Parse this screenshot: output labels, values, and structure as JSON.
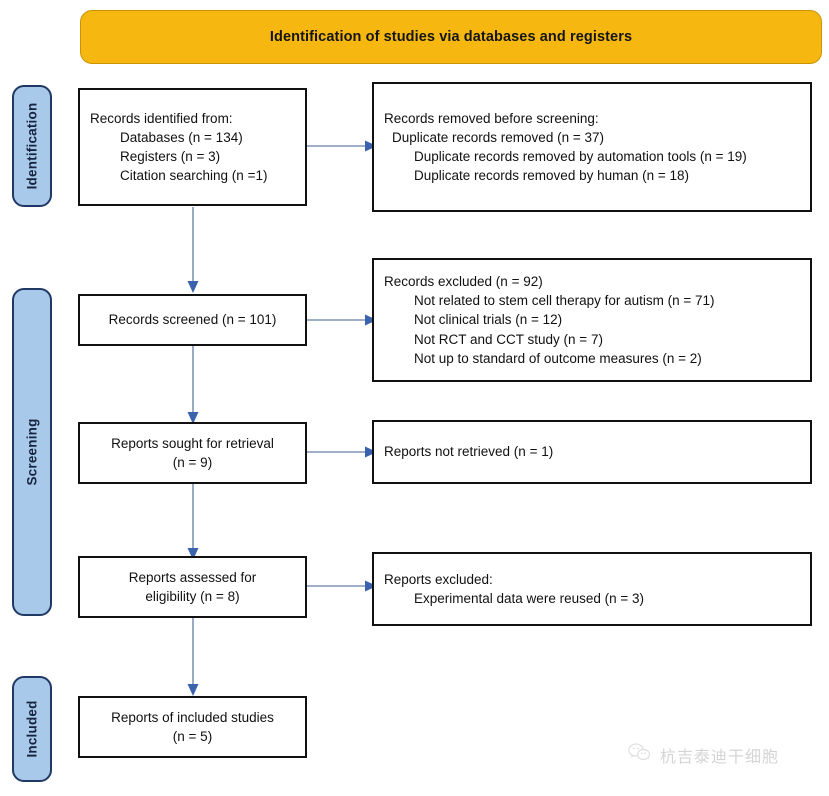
{
  "diagram": {
    "type": "prisma-flow-diagram",
    "title": "Identification of studies via databases and registers",
    "colors": {
      "banner": "#F6B810",
      "stage_bar": "#A8C9E9",
      "stage_bar_border": "#1F3864",
      "box_border": "#111111",
      "arrow": "#8094B8",
      "arrow_head": "#3A62AE",
      "text": "#111111"
    },
    "stages": [
      {
        "name": "identification",
        "label": "Identification"
      },
      {
        "name": "screening",
        "label": "Screening"
      },
      {
        "name": "included",
        "label": "Included"
      }
    ],
    "boxes": [
      {
        "name": "records-identified-box",
        "stage": "identification",
        "align": "left",
        "lines": [
          {
            "text": "Records identified from:",
            "indent": 0
          },
          {
            "text": "Databases (n = 134)",
            "indent": 1
          },
          {
            "text": "Registers (n = 3)",
            "indent": 1
          },
          {
            "text": "Citation searching (n =1)",
            "indent": 1
          }
        ]
      },
      {
        "name": "records-removed-box",
        "stage": "identification",
        "align": "left",
        "lines": [
          {
            "text": "Records removed before screening:",
            "indent": 0
          },
          {
            "text": "Duplicate records removed (n = 37)",
            "indent": 1
          },
          {
            "text": "Duplicate records removed by automation tools (n = 19)",
            "indent": 2
          },
          {
            "text": "Duplicate records removed by human (n = 18)",
            "indent": 2
          }
        ]
      },
      {
        "name": "records-screened-box",
        "stage": "screening",
        "align": "center",
        "lines": [
          {
            "text": "Records screened (n = 101)",
            "indent": 0
          }
        ]
      },
      {
        "name": "records-excluded-box",
        "stage": "screening",
        "align": "left",
        "lines": [
          {
            "text": "Records excluded (n = 92)",
            "indent": 0
          },
          {
            "text": "Not related to stem cell therapy for autism (n = 71)",
            "indent": 2
          },
          {
            "text": "Not clinical trials (n = 12)",
            "indent": 2
          },
          {
            "text": "Not RCT and CCT study (n = 7)",
            "indent": 2
          },
          {
            "text": "Not up to standard of outcome measures (n = 2)",
            "indent": 2
          }
        ]
      },
      {
        "name": "reports-sought-box",
        "stage": "screening",
        "align": "center",
        "lines": [
          {
            "text": "Reports sought for retrieval",
            "indent": 0
          },
          {
            "text": "(n = 9)",
            "indent": 0
          }
        ]
      },
      {
        "name": "reports-not-retrieved-box",
        "stage": "screening",
        "align": "left",
        "lines": [
          {
            "text": "Reports not retrieved (n = 1)",
            "indent": 0
          }
        ]
      },
      {
        "name": "reports-assessed-box",
        "stage": "screening",
        "align": "center",
        "lines": [
          {
            "text": "Reports assessed for",
            "indent": 0
          },
          {
            "text": "eligibility (n = 8)",
            "indent": 0
          }
        ]
      },
      {
        "name": "reports-excluded-box",
        "stage": "screening",
        "align": "left",
        "lines": [
          {
            "text": "Reports excluded:",
            "indent": 0
          },
          {
            "text": "Experimental data were reused (n = 3)",
            "indent": 2
          }
        ]
      },
      {
        "name": "reports-included-box",
        "stage": "included",
        "align": "center",
        "lines": [
          {
            "text": "Reports of included studies",
            "indent": 0
          },
          {
            "text": "(n = 5)",
            "indent": 0
          }
        ]
      }
    ],
    "counts": {
      "databases": 134,
      "registers": 3,
      "citation_searching": 1,
      "duplicates_removed": 37,
      "duplicates_removed_automation": 19,
      "duplicates_removed_human": 18,
      "records_screened": 101,
      "records_excluded": 92,
      "excluded_not_related": 71,
      "excluded_not_clinical_trials": 12,
      "excluded_not_rct_cct": 7,
      "excluded_not_standard_outcomes": 2,
      "reports_sought": 9,
      "reports_not_retrieved": 1,
      "reports_assessed": 8,
      "reports_excluded_reused": 3,
      "reports_included": 5
    }
  },
  "watermark": {
    "icon": "wechat-icon",
    "text": "杭吉泰迪干细胞"
  }
}
